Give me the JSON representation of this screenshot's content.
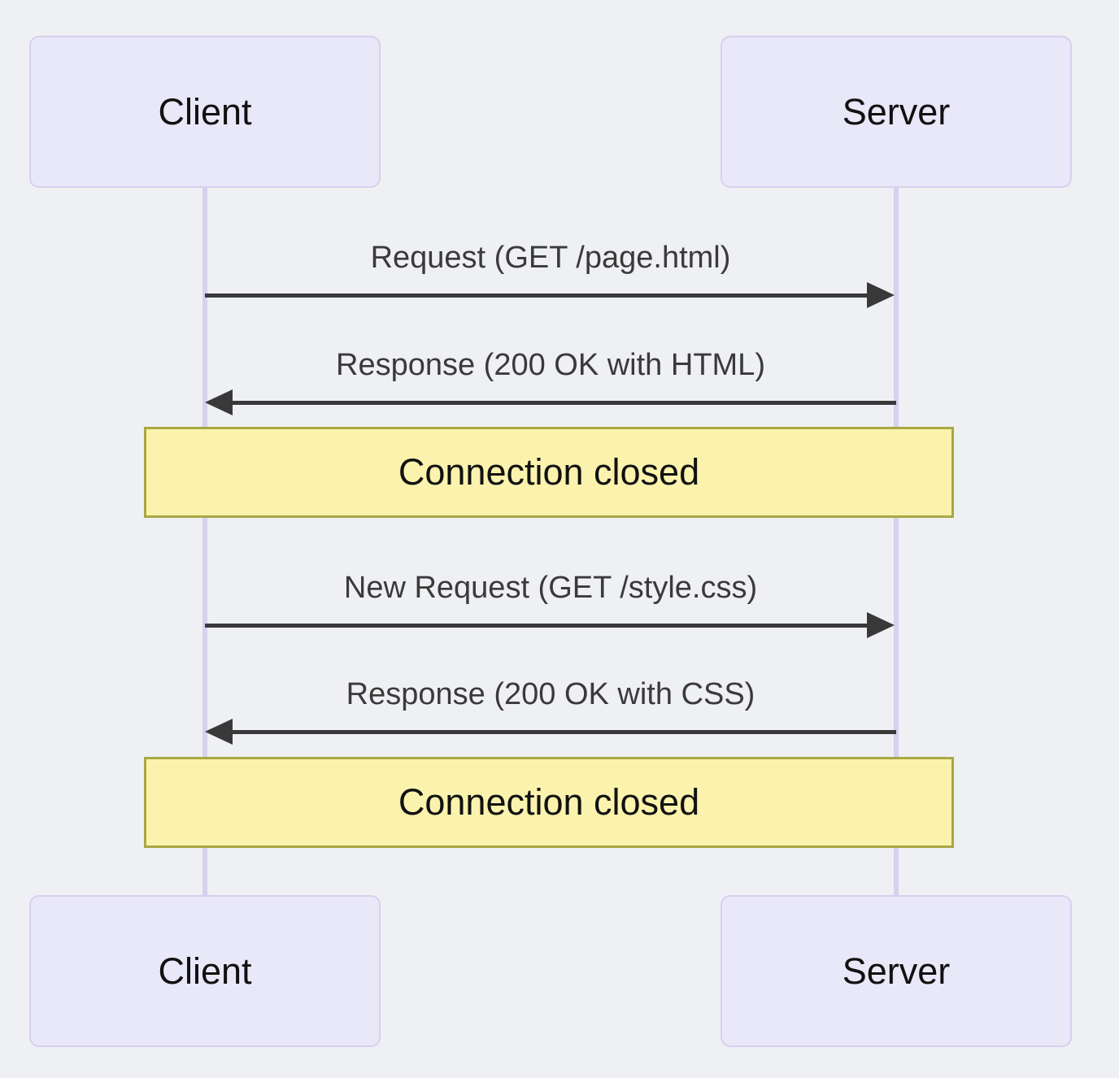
{
  "actors": {
    "client": "Client",
    "server": "Server"
  },
  "messages": [
    {
      "label": "Request (GET /page.html)",
      "from": "client",
      "to": "server",
      "direction": "right"
    },
    {
      "label": "Response (200 OK with HTML)",
      "from": "server",
      "to": "client",
      "direction": "left"
    },
    {
      "label": "New Request (GET /style.css)",
      "from": "client",
      "to": "server",
      "direction": "right"
    },
    {
      "label": "Response (200 OK with CSS)",
      "from": "server",
      "to": "client",
      "direction": "left"
    }
  ],
  "notes": [
    {
      "label": "Connection closed",
      "span": "client-server"
    },
    {
      "label": "Connection closed",
      "span": "client-server"
    }
  ],
  "colors": {
    "background": "#eff0f3",
    "actor_fill": "#e9e8f8",
    "actor_border": "#d8cfef",
    "lifeline": "#d8d0ef",
    "note_fill": "#fbf3ad",
    "note_border": "#a8a843",
    "arrow": "#393939",
    "message_text": "#3a3a3a",
    "actor_text": "#111111",
    "note_text": "#111111"
  }
}
